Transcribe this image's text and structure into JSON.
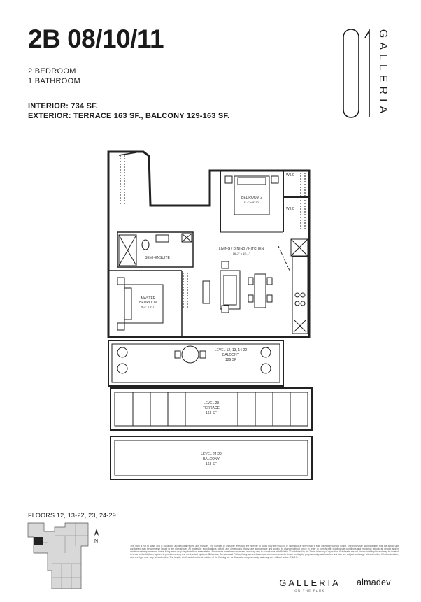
{
  "unit": {
    "title": "2B 08/10/11",
    "bedrooms": "2 BEDROOM",
    "bathrooms": "1 BATHROOM",
    "interior": "INTERIOR: 734 SF.",
    "exterior": "EXTERIOR: TERRACE 163 SF., BALCONY 129-163 SF."
  },
  "brand": {
    "number": "01",
    "name": "GALLERIA",
    "footer_name": "GALLERIA",
    "footer_sub": "ON THE PARK",
    "developer": "almadev"
  },
  "plan": {
    "wic_1": "W.I.C",
    "wic_2": "W.I.C",
    "bedroom2": "BEDROOM 2",
    "bedroom2_dims": "9'-4\" x 8'-10\"",
    "living": "LIVING / DINING / KITCHEN",
    "living_dims": "16'-2\" x 15'-1\"",
    "semi_ensuite": "SEMI-ENSUITE",
    "master1": "MASTER",
    "master2": "BEDROOM",
    "master_dims": "9'-2\" x 9'-7\"",
    "balcony_a1": "LEVEL 12, 13, 14-22",
    "balcony_a2": "BALCONY",
    "balcony_a3": "129 SF",
    "terrace1": "LEVEL 23",
    "terrace2": "TERRACE",
    "terrace3": "163 SF",
    "balcony_b1": "LEVEL 24-29",
    "balcony_b2": "BALCONY",
    "balcony_b3": "163 SF"
  },
  "keyplan": {
    "floors": "FLOORS 12, 13-22, 23, 24-29",
    "north": "N"
  },
  "legal": "This plan is not to scale and is subject to architectural review and revision. The number of units per level and the number of floors may be reduced or increased at the vendor's sole discretion without notice. The purchaser acknowledges that the actual unit purchased may be a reverse layout to the plan shown. All materials, specifications, details and dimensions, if any, are approximate and subject to change without notice in order to comply with building site conditions and municipal, structural, vendor and/or architectural requirements. Actual living areas may vary from floor areas stated. Floor areas have been measured and may vary in accordance with Bulletin 22 published by the Tarion Warranty Corporation. Bulkheads are not shown on this plan and may be located in areas of the Unit as required to provide venting and mechanical systems. Balconies, Terraces and Patios, if any, are exclusive use common elements shown for display purposes only and location and size are subject to change without notice. Window location, size and type may vary without notice. The length, width and directional position of the flooring are for illustration purposes only and may vary without notice. E.&O.E."
}
